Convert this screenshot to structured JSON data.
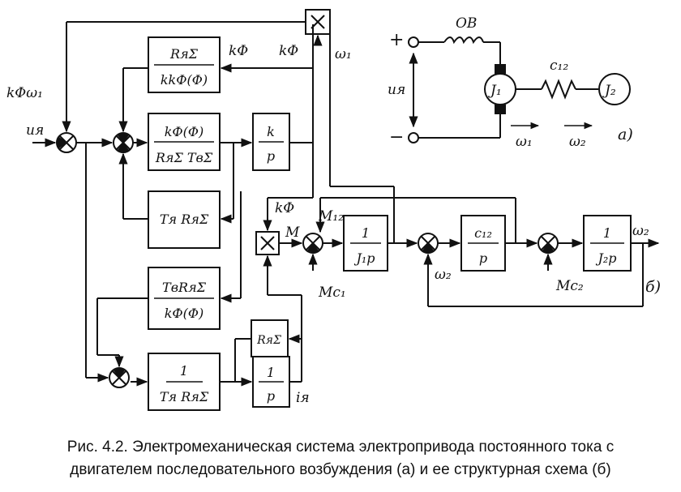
{
  "schematic": {
    "plus": "+",
    "minus": "−",
    "u_ya": "uя",
    "ov": "ОВ",
    "j1": "J₁",
    "j2": "J₂",
    "c12": "c₁₂",
    "omega1_arrow": "ω₁",
    "omega2_arrow": "ω₂",
    "label_a": "а)"
  },
  "structural": {
    "kphi_omega1": "kΦω₁",
    "u_ya": "uя",
    "kphi1": "kΦ",
    "kphi2": "kΦ",
    "kphi3": "kΦ",
    "omega1": "ω₁",
    "M": "M",
    "M12": "M₁₂",
    "Mc1": "Mс₁",
    "Mc2": "Mс₂",
    "omega2_fb": "ω₂",
    "omega2_out": "ω₂",
    "i_ya": "iя",
    "label_b": "б)",
    "multiply": "×",
    "blocks": {
      "b1_num": "RяΣ",
      "b1_den": "kkФ(Φ)",
      "b2_num": "kФ(Φ)",
      "b2_den": "RяΣ TвΣ",
      "b3": "Tя RяΣ",
      "b4_num": "TвRяΣ",
      "b4_den": "kФ(Φ)",
      "b5_num": "1",
      "b5_den": "Tя RяΣ",
      "k_num": "k",
      "k_den": "p",
      "int_num": "1",
      "int_den": "p",
      "r_block": "RяΣ",
      "j1_num": "1",
      "j1_den": "J₁p",
      "c_num": "c₁₂",
      "c_den": "p",
      "j2_num": "1",
      "j2_den": "J₂p"
    }
  },
  "caption": {
    "line1": "Рис. 4.2. Электромеханическая система электропривода постоянного тока с",
    "line2": "двигателем последовательного возбуждения (а) и ее структурная схема (б)"
  }
}
